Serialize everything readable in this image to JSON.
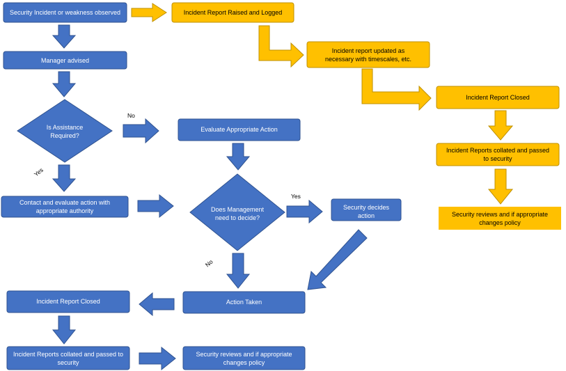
{
  "colors": {
    "blue_fill": "#4472c4",
    "blue_stroke": "#2f528f",
    "orange_fill": "#ffc000",
    "orange_stroke": "#bf9000",
    "blue_text": "#ffffff",
    "orange_text": "#000000"
  },
  "nodes": {
    "observed": "Security Incident or weakness observed",
    "manager": "Manager advised",
    "assist_q": [
      "Is Assistance",
      "Required?"
    ],
    "evaluate": "Evaluate Appropriate Action",
    "contact": [
      "Contact and evaluate action with",
      "appropriate authority"
    ],
    "mgmt_q": [
      "Does Management",
      "need to decide?"
    ],
    "sec_decides": [
      "Security decides",
      "action"
    ],
    "action_taken": "Action Taken",
    "closed_left": "Incident Report Closed",
    "collated_left": [
      "Incident Reports collated and passed to",
      "security"
    ],
    "reviews_left": [
      "Security reviews and if appropriate",
      "changes policy"
    ],
    "raised": "Incident Report Raised and Logged",
    "updated": [
      "Incident report updated as",
      "necessary with timescales, etc."
    ],
    "closed_right": "Incident Report Closed",
    "collated_right": [
      "Incident Reports collated and passed",
      "to security"
    ],
    "reviews_right": [
      "Security reviews and if appropriate",
      "changes policy"
    ]
  },
  "edge_labels": {
    "assist_no": "No",
    "assist_yes": "Yes",
    "mgmt_yes": "Yes",
    "mgmt_no": "No"
  }
}
